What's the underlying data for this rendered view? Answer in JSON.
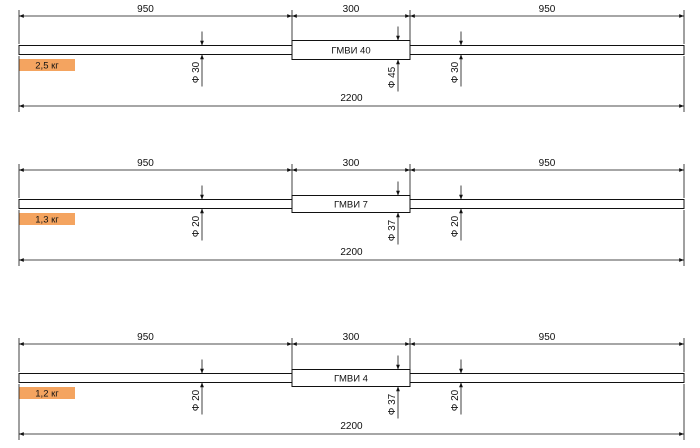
{
  "colors": {
    "weight_badge": "#F4A460",
    "line": "#111111"
  },
  "diagrams": [
    {
      "dims": {
        "left": "950",
        "center": "300",
        "right": "950",
        "total": "2200"
      },
      "label": "ГМВИ 40",
      "diameters": {
        "left": "Ф 30",
        "center": "Ф 45",
        "right": "Ф 30"
      },
      "weight": "2,5 кг"
    },
    {
      "dims": {
        "left": "950",
        "center": "300",
        "right": "950",
        "total": "2200"
      },
      "label": "ГМВИ 7",
      "diameters": {
        "left": "Ф 20",
        "center": "Ф 37",
        "right": "Ф 20"
      },
      "weight": "1,3 кг"
    },
    {
      "dims": {
        "left": "950",
        "center": "300",
        "right": "950",
        "total": "2200"
      },
      "label": "ГМВИ 4",
      "diameters": {
        "left": "Ф 20",
        "center": "Ф 37",
        "right": "Ф 20"
      },
      "weight": "1,2 кг"
    }
  ]
}
